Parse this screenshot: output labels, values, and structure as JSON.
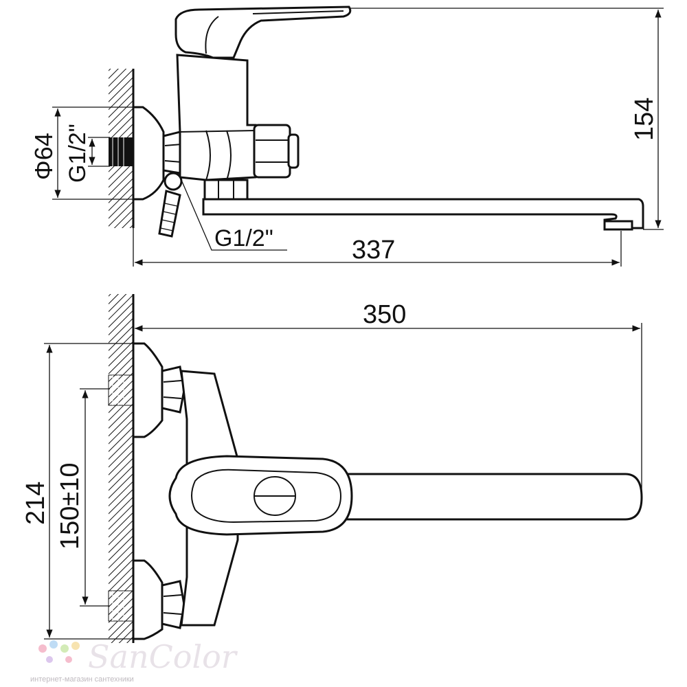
{
  "dimensions": {
    "diameter_label": "Φ64",
    "thread_label_left": "G1/2\"",
    "thread_label_bottom": "G1/2\"",
    "height_label": "154",
    "length_label_side": "337",
    "length_label_top": "350",
    "width_label": "214",
    "spacing_label": "150±10"
  },
  "watermark": {
    "brand": "SanColor",
    "tagline": "интернет-магазин сантехники"
  },
  "colors": {
    "line": "#111111",
    "watermark_dots": [
      "#f4b6c8",
      "#b9d9f4",
      "#cfe9b0",
      "#f7e0a8",
      "#d9c2ec"
    ]
  }
}
